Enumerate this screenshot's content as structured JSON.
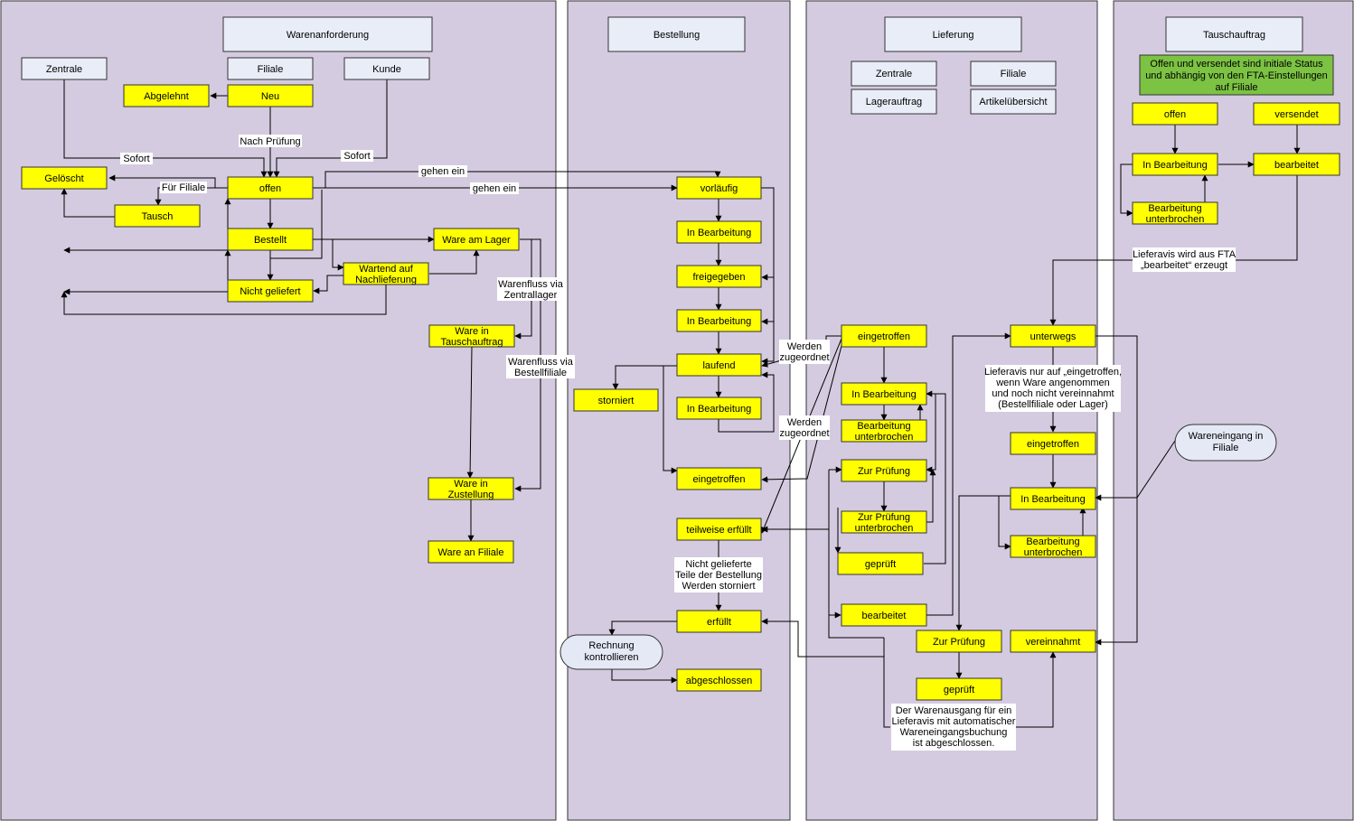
{
  "lanes": {
    "warenanforderung": "Warenanforderung",
    "bestellung": "Bestellung",
    "lieferung": "Lieferung",
    "tauschauftrag": "Tauschauftrag"
  },
  "warenanforderung": {
    "zentrale": "Zentrale",
    "filiale": "Filiale",
    "kunde": "Kunde",
    "neu": "Neu",
    "abgelehnt": "Abgelehnt",
    "geloescht": "Gelöscht",
    "offen": "offen",
    "tausch": "Tausch",
    "bestellt": "Bestellt",
    "ware_am_lager": "Ware am Lager",
    "wartend": [
      "Wartend auf",
      "Nachlieferung"
    ],
    "nicht_geliefert": "Nicht geliefert",
    "ware_in_tauschauftrag": [
      "Ware in",
      "Tauschauftrag"
    ],
    "ware_in_zustellung": [
      "Ware in",
      "Zustellung"
    ],
    "ware_an_filiale": "Ware an Filiale"
  },
  "bestellung": {
    "vorlaeufig": "vorläufig",
    "in_bearbeitung_1": "In Bearbeitung",
    "freigegeben": "freigegeben",
    "in_bearbeitung_2": "In Bearbeitung",
    "laufend": "laufend",
    "storniert": "storniert",
    "in_bearbeitung_3": "In Bearbeitung",
    "eingetroffen": "eingetroffen",
    "teilweise_erfuellt": "teilweise erfüllt",
    "erfuellt": "erfüllt",
    "rechnung": [
      "Rechnung",
      "kontrollieren"
    ],
    "abgeschlossen": "abgeschlossen"
  },
  "lieferung": {
    "zentrale": "Zentrale",
    "filiale": "Filiale",
    "lagerauftrag": "Lagerauftrag",
    "artikeluebersicht": "Artikelübersicht",
    "eingetroffen": "eingetroffen",
    "in_bearbeitung": "In Bearbeitung",
    "bearbeitung_unterbrochen": [
      "Bearbeitung",
      "unterbrochen"
    ],
    "zur_pruefung": "Zur Prüfung",
    "zur_pruefung_unterbrochen": [
      "Zur Prüfung",
      "unterbrochen"
    ],
    "geprueft": "geprüft",
    "bearbeitet": "bearbeitet",
    "zur_pruefung_2": "Zur Prüfung",
    "geprueft_2": "geprüft",
    "unterwegs": "unterwegs",
    "eingetroffen_2": "eingetroffen",
    "in_bearbeitung_2": "In Bearbeitung",
    "bearbeitung_unterbrochen_2": [
      "Bearbeitung",
      "unterbrochen"
    ],
    "vereinnahmt": "vereinnahmt",
    "wareneingang": [
      "Wareneingang in",
      "Filiale"
    ]
  },
  "tauschauftrag": {
    "note": [
      "Offen und versendet sind initiale Status",
      "und abhängig von den FTA-Einstellungen",
      "auf Filiale"
    ],
    "offen": "offen",
    "versendet": "versendet",
    "in_bearbeitung": "In Bearbeitung",
    "bearbeitet": "bearbeitet",
    "bearbeitung_unterbrochen": [
      "Bearbeitung",
      "unterbrochen"
    ]
  },
  "labels": {
    "nach_pruefung": "Nach Prüfung",
    "sofort_1": "Sofort",
    "sofort_2": "Sofort",
    "gehen_ein_1": "gehen ein",
    "gehen_ein_2": "gehen ein",
    "fuer_filiale": "Für Filiale",
    "warenfluss_zentrallager": [
      "Warenfluss via",
      "Zentrallager"
    ],
    "warenfluss_bestellfiliale": [
      "Warenfluss via",
      "Bestellfiliale"
    ],
    "werden_zugeordnet_1": [
      "Werden",
      "zugeordnet"
    ],
    "werden_zugeordnet_2": [
      "Werden",
      "zugeordnet"
    ],
    "nicht_gelieferte": [
      "Nicht gelieferte",
      "Teile der Bestellung",
      "Werden storniert"
    ],
    "lieferavis_fta": [
      "Lieferavis wird aus FTA",
      "„bearbeitet“ erzeugt"
    ],
    "lieferavis_eingetroffen": [
      "Lieferavis nur auf „eingetroffen,",
      "wenn Ware angenommen",
      "und noch nicht vereinnahmt",
      "(Bestellfiliale oder Lager)"
    ],
    "warenausgang": [
      "Der Warenausgang für ein",
      "Lieferavis mit automatischer",
      "Wareneingangsbuchung",
      "ist abgeschlossen."
    ]
  },
  "colors": {
    "lane": "#d5cbe0",
    "state": "#ffff00",
    "header": "#e8edf7",
    "note": "#7cc243"
  }
}
